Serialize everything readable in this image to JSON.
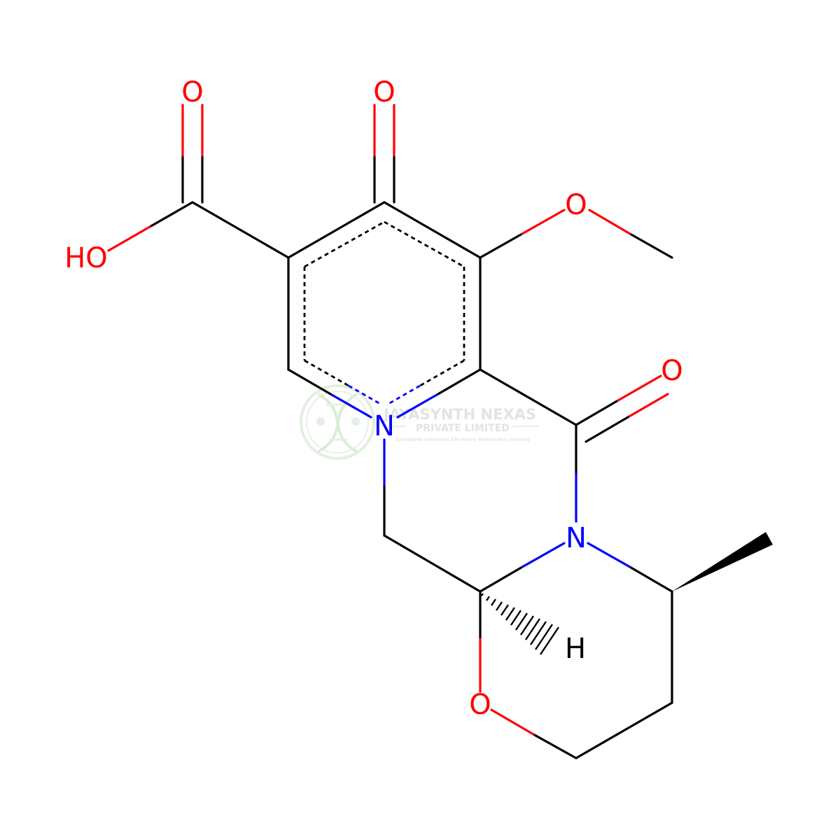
{
  "colors": {
    "bond": "#000000",
    "oxygen": "#ff0000",
    "nitrogen": "#0000ff",
    "watermark": "#e0e0e0",
    "watermark_logo": "#dfeedd"
  },
  "atoms": {
    "o_carbonyl_acid": "O",
    "o_hydroxyl": "HO",
    "o_ketone": "O",
    "o_methoxy": "O",
    "o_amide": "O",
    "n_pyridinone": "N",
    "n_amide": "N",
    "o_ring": "O",
    "h_stereo": "H"
  },
  "watermark": {
    "title": "JAYASYNTH NEXAS",
    "subtitle": "PRIVATE LIMITED",
    "tagline": "Complete solutions for every molecule's journey",
    "logo": "dna-helix-icon"
  }
}
